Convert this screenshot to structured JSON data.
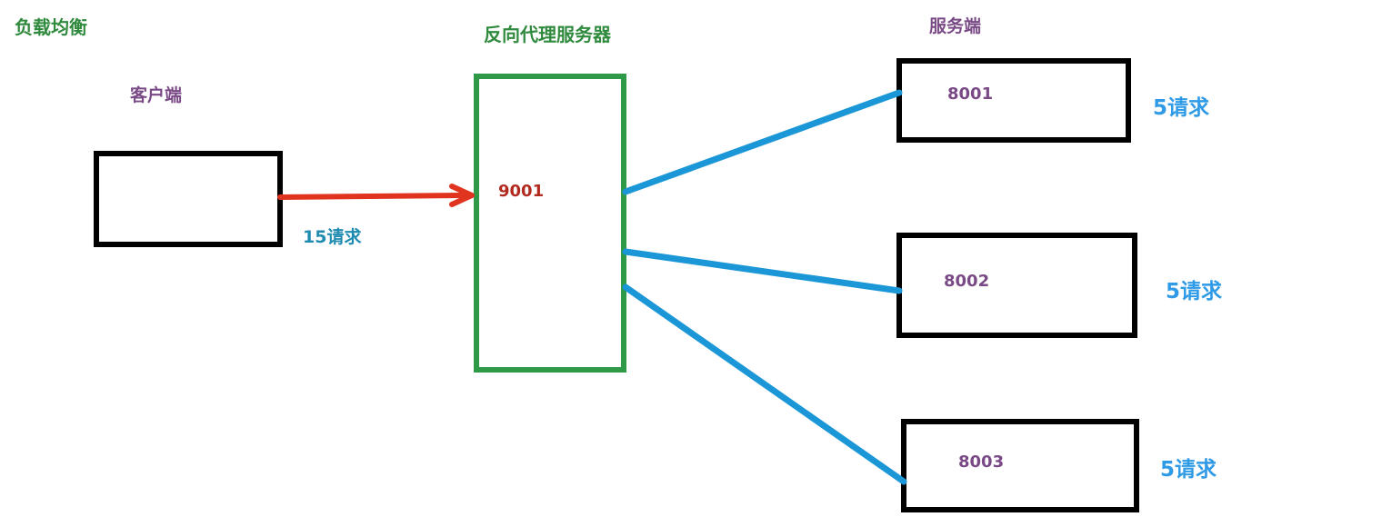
{
  "title": "负载均衡",
  "client": {
    "label": "客户端"
  },
  "proxy": {
    "label": "反向代理服务器",
    "port": "9001",
    "incoming_requests": "15请求"
  },
  "servers": {
    "label": "服务端",
    "items": [
      {
        "port": "8001",
        "requests": "5请求"
      },
      {
        "port": "8002",
        "requests": "5请求"
      },
      {
        "port": "8003",
        "requests": "5请求"
      }
    ]
  },
  "colors": {
    "client_box": "#000000",
    "proxy_box": "#2e9a47",
    "server_box": "#000000",
    "client_arrow": "#e0341f",
    "server_links": "#1b97d8"
  }
}
